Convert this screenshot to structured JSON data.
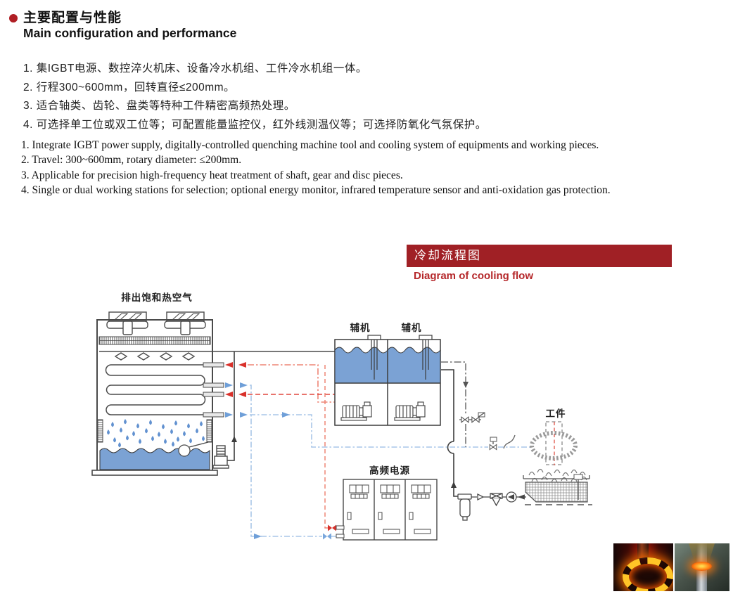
{
  "header": {
    "title_zh": "主要配置与性能",
    "title_en": "Main configuration and performance"
  },
  "features_zh": {
    "items": [
      "1.  集IGBT电源、数控淬火机床、设备冷水机组、工件冷水机组一体。",
      "2.  行程300~600mm，回转直径≤200mm。",
      "3.  适合轴类、齿轮、盘类等特种工件精密高频热处理。",
      "4.  可选择单工位或双工位等；可配置能量监控仪，红外线测温仪等；可选择防氧化气氛保护。"
    ]
  },
  "features_en": {
    "items": [
      "1. Integrate IGBT power supply, digitally-controlled quenching machine tool and cooling system of equipments and working pieces.",
      "2. Travel: 300~600mm, rotary diameter: ≤200mm.",
      "3.  Applicable for precision high-frequency heat treatment of shaft, gear and disc pieces.",
      "4.  Single or dual working stations for selection; optional energy monitor, infrared temperature sensor and anti-oxidation gas protection."
    ]
  },
  "cooling_section": {
    "banner_zh": "冷却流程图",
    "caption_en": "Diagram of cooling flow"
  },
  "diagram_labels": {
    "tower_exhaust": "排出饱和热空气",
    "aux_left": "辅机",
    "aux_right": "辅机",
    "hf_power": "高频电源",
    "workpiece": "工件"
  },
  "colors": {
    "accent_red": "#b01e24",
    "banner_red": "#a02025",
    "caption_red": "#b5282b",
    "water_blue": "#7ba2d4",
    "pipe_hot_red": "#e0473d",
    "pipe_cold_blue": "#a9c6e8",
    "line_gray": "#4a4a4a"
  },
  "photos": {
    "left_name": "induction-heated-ring-photo",
    "right_name": "induction-quenched-shaft-photo"
  }
}
